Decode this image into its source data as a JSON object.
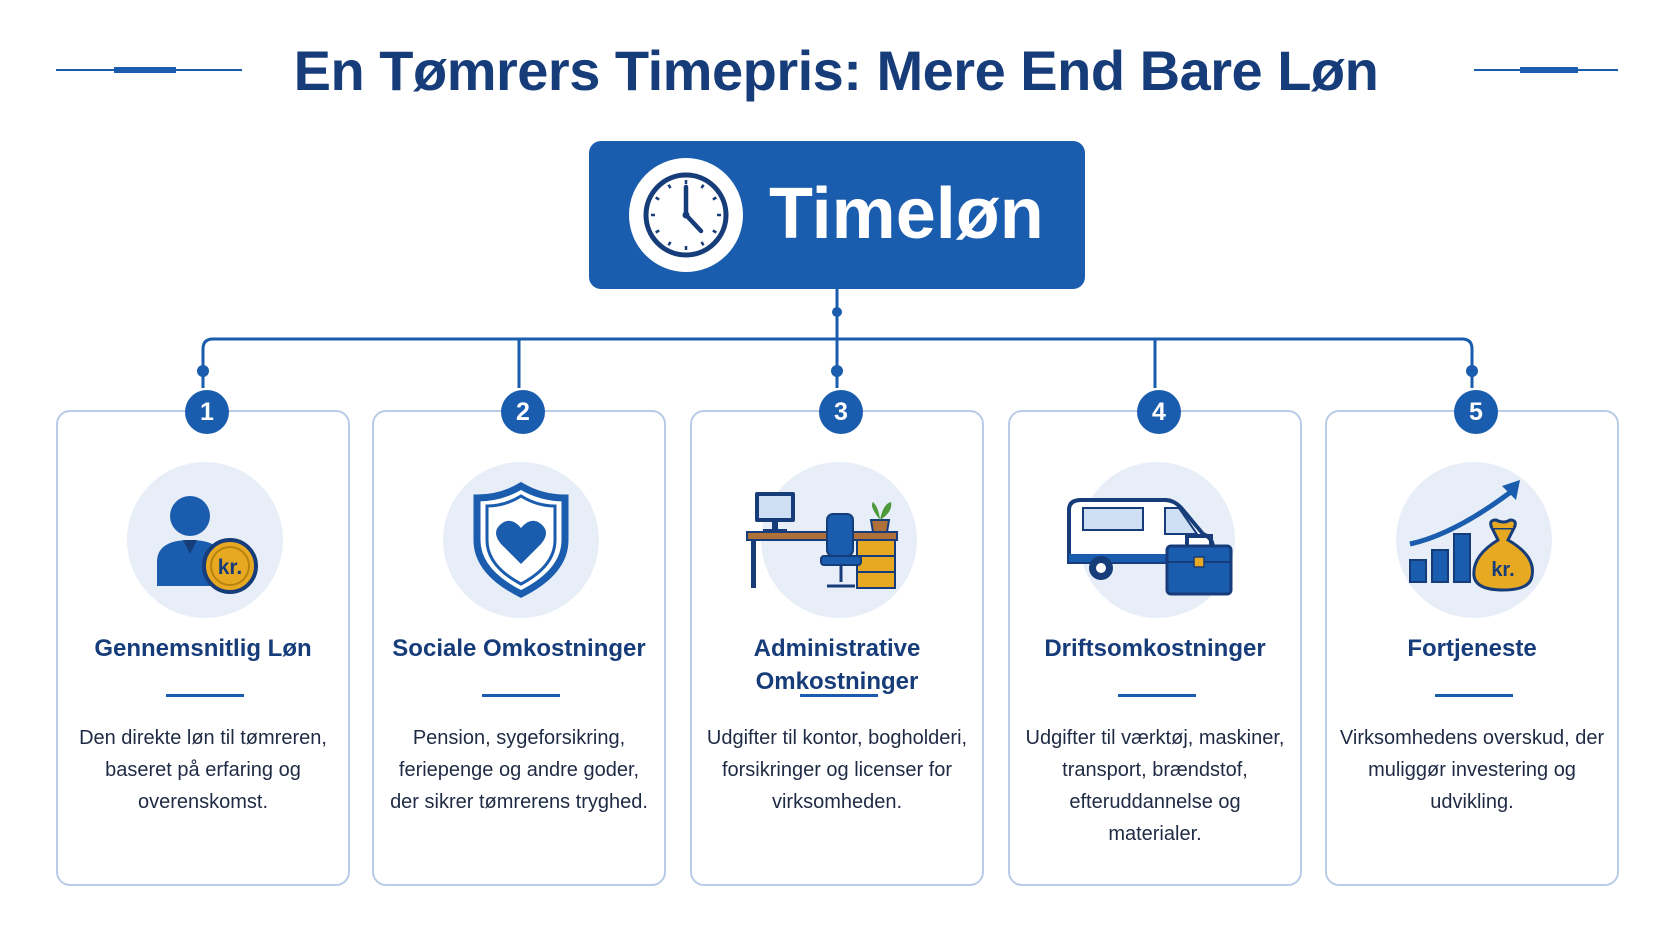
{
  "title": "En Tømrers Timepris: Mere End Bare Løn",
  "central": {
    "label": "Timeløn",
    "icon": "clock-icon"
  },
  "colors": {
    "primary": "#1a5cad",
    "dark_navy": "#173c7a",
    "light_circle": "#e8eef8",
    "card_border": "#b9cbe6",
    "gold": "#e7a822"
  },
  "cards": [
    {
      "number": "1",
      "title": "Gennemsnitlig Løn",
      "description": "Den direkte løn til tømreren, baseret på erfaring og overenskomst.",
      "icon": "worker-coin-icon",
      "icon_text": "kr."
    },
    {
      "number": "2",
      "title": "Sociale Omkostninger",
      "description": "Pension, sygeforsikring, feriepenge og andre goder, der sikrer tømrerens tryghed.",
      "icon": "shield-heart-icon"
    },
    {
      "number": "3",
      "title": "Administrative Omkostninger",
      "description": "Udgifter til kontor, bogholderi, forsikringer og licenser for virksomheden.",
      "icon": "office-desk-icon"
    },
    {
      "number": "4",
      "title": "Driftsomkostninger",
      "description": "Udgifter til værktøj, maskiner, transport, brændstof, efteruddannelse og materialer.",
      "icon": "van-toolbox-icon"
    },
    {
      "number": "5",
      "title": "Fortjeneste",
      "description": "Virksomhedens overskud, der muliggør investering og udvikling.",
      "icon": "growth-moneybag-icon",
      "icon_text": "kr."
    }
  ]
}
